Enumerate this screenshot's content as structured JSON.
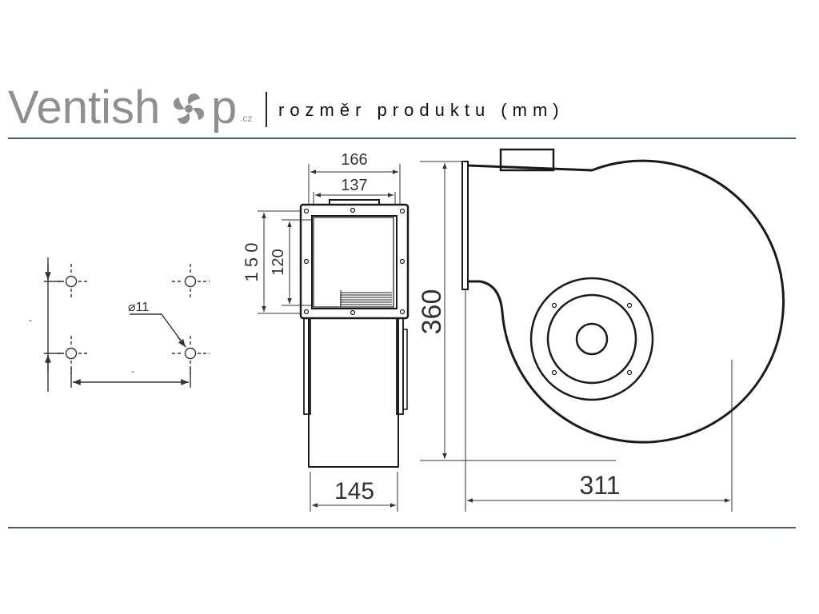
{
  "header": {
    "brand_prefix": "Ventish",
    "brand_suffix": "p",
    "brand_tld": ".cz",
    "title": "rozměr produktu (mm)"
  },
  "colors": {
    "rule": "#4a5a6e",
    "brand_gray": "#8f8f8f",
    "line": "#1a1a1a"
  },
  "dimensions": {
    "hole_diameter": "⌀11",
    "width_outer": "166",
    "width_inner": "137",
    "height_outer": "1 5 0",
    "height_inner": "120",
    "total_height": "360",
    "body_width": "145",
    "total_width": "311",
    "vertical_spacing_label": "-",
    "horizontal_spacing_label": "-"
  }
}
